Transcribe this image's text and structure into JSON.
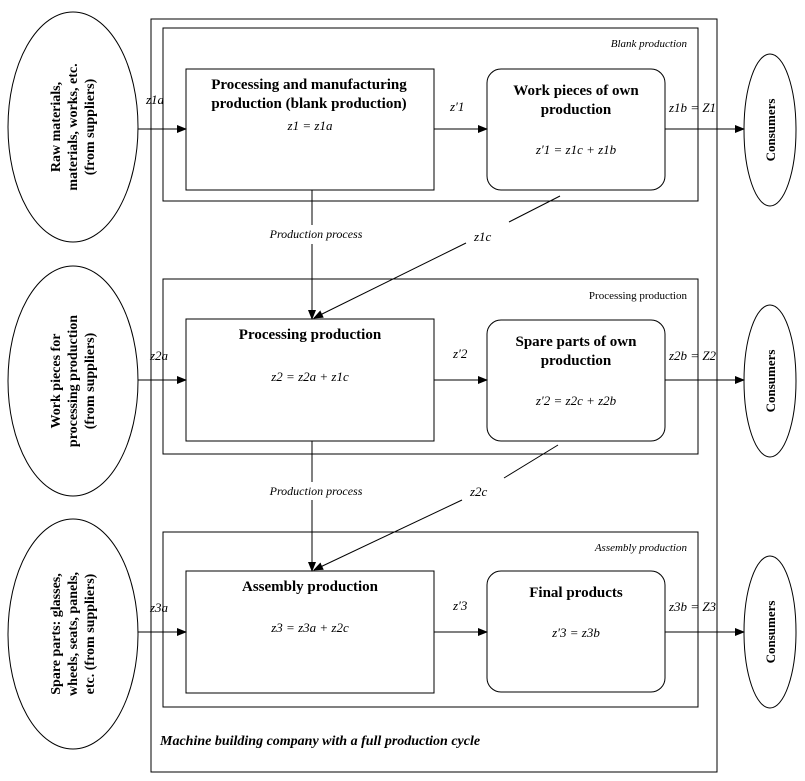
{
  "company_label": "Machine building company with a full production cycle",
  "sections": {
    "blank": "Blank production",
    "processing": "Processing production",
    "assembly": "Assembly production"
  },
  "suppliers": {
    "raw": [
      "Raw materials,",
      "materials, works, etc.",
      "(from suppliers)"
    ],
    "workpieces": [
      "Work pieces for",
      "processing production",
      "(from suppliers)"
    ],
    "spare": [
      "Spare parts: glasses,",
      "wheels, seats, panels,",
      "etc. (from suppliers)"
    ]
  },
  "consumers": "Consumers",
  "production_process": "Production process",
  "boxes": {
    "p1": {
      "title": [
        "Processing and manufacturing",
        "production (blank production)"
      ],
      "formula": "z1 = z1a"
    },
    "o1": {
      "title": [
        "Work pieces of own",
        "production"
      ],
      "formula": "z′1 = z1c + z1b"
    },
    "p2": {
      "title": [
        "Processing production"
      ],
      "formula": "z2 = z2a + z1c"
    },
    "o2": {
      "title": [
        "Spare parts of own",
        "production"
      ],
      "formula": "z′2 = z2c + z2b"
    },
    "p3": {
      "title": [
        "Assembly production"
      ],
      "formula": "z3 = z3a + z2c"
    },
    "o3": {
      "title": [
        "Final products"
      ],
      "formula": "z′3 = z3b"
    }
  },
  "flows": {
    "z1a": "z1a",
    "z2a": "z2a",
    "z3a": "z3a",
    "zp1": "z′1",
    "zp2": "z′2",
    "zp3": "z′3",
    "out1": "z1b = Z1",
    "out2": "z2b = Z2",
    "out3": "z3b = Z3",
    "z1c": "z1c",
    "z2c": "z2c"
  }
}
